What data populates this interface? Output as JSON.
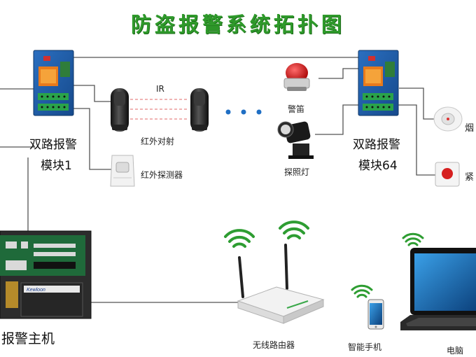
{
  "title": "防盗报警系统拓扑图",
  "modules": {
    "module1": {
      "line1": "双路报警",
      "line2": "模块1"
    },
    "module64": {
      "line1": "双路报警",
      "line2": "模块64"
    }
  },
  "labels": {
    "ir": "IR",
    "beam": "红外对射",
    "pir": "红外探测器",
    "siren": "警笛",
    "spotlight": "探照灯",
    "smoke": "烟",
    "emergency": "紧",
    "host": "报警主机",
    "router": "无线路由器",
    "phone": "智能手机",
    "laptop": "电脑"
  },
  "host_brand": "Kewloon",
  "colors": {
    "title": "#2f9a2b",
    "wifi": "#2e9d32",
    "wire": "#555555",
    "board": "#1a5aa6"
  }
}
